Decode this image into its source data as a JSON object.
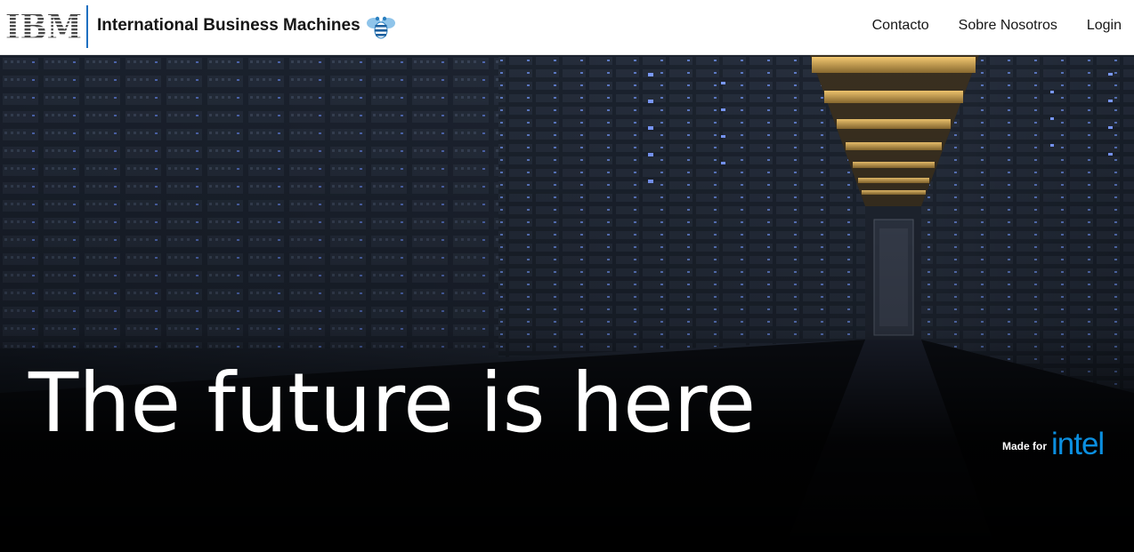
{
  "header": {
    "logo_text": "IBM",
    "brand_name": "International Business Machines",
    "bee_icon": "bee-icon",
    "nav": [
      {
        "label": "Contacto"
      },
      {
        "label": "Sobre Nosotros"
      },
      {
        "label": "Login"
      }
    ]
  },
  "hero": {
    "headline": "The future is here",
    "made_for": "Made for",
    "intel": "intel",
    "background": "server-room-corridor"
  },
  "colors": {
    "accent_blue": "#1f70c1",
    "intel_blue": "#0b8fe0",
    "bee_blue": "#3a9ad9",
    "hero_bg": "#000000"
  }
}
